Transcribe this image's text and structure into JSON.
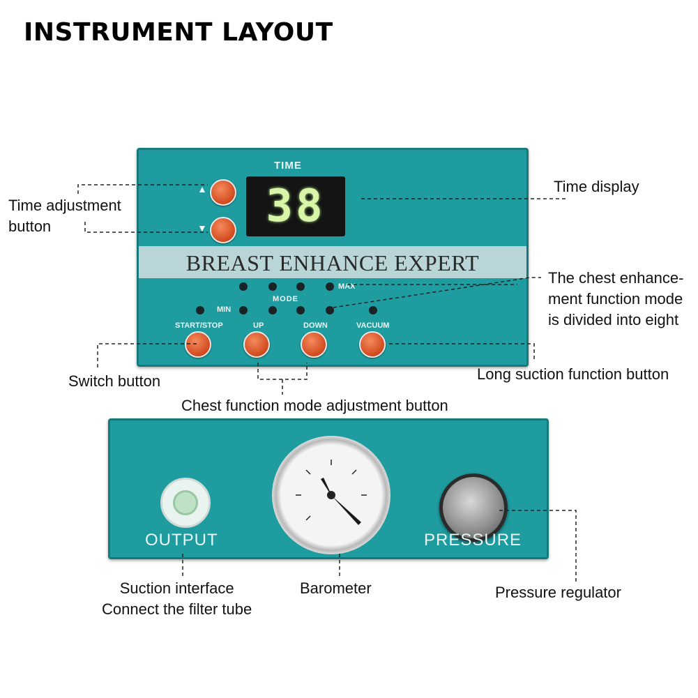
{
  "heading": "INSTRUMENT LAYOUT",
  "top_panel": {
    "time_label": "TIME",
    "display_value": "38",
    "brand": "BREAST ENHANCE EXPERT",
    "mode_label": "MODE",
    "max_label": "MAX",
    "min_label": "MIN",
    "buttons": {
      "start_stop": "START/STOP",
      "up": "UP",
      "down": "DOWN",
      "vacuum": "VACUUM"
    }
  },
  "bottom_panel": {
    "output_label": "OUTPUT",
    "pressure_label": "PRESSURE"
  },
  "callouts": {
    "time_adjustment_1": "Time adjustment",
    "time_adjustment_2": "button",
    "time_display": "Time display",
    "mode_desc_1": "The chest enhance-",
    "mode_desc_2": "ment function mode",
    "mode_desc_3": "is divided into eight",
    "switch_button": "Switch button",
    "long_suction": "Long suction function button",
    "mode_adjust": "Chest function mode adjustment button",
    "suction_1": "Suction interface",
    "suction_2": "Connect the filter tube",
    "barometer": "Barometer",
    "pressure_regulator": "Pressure regulator"
  }
}
